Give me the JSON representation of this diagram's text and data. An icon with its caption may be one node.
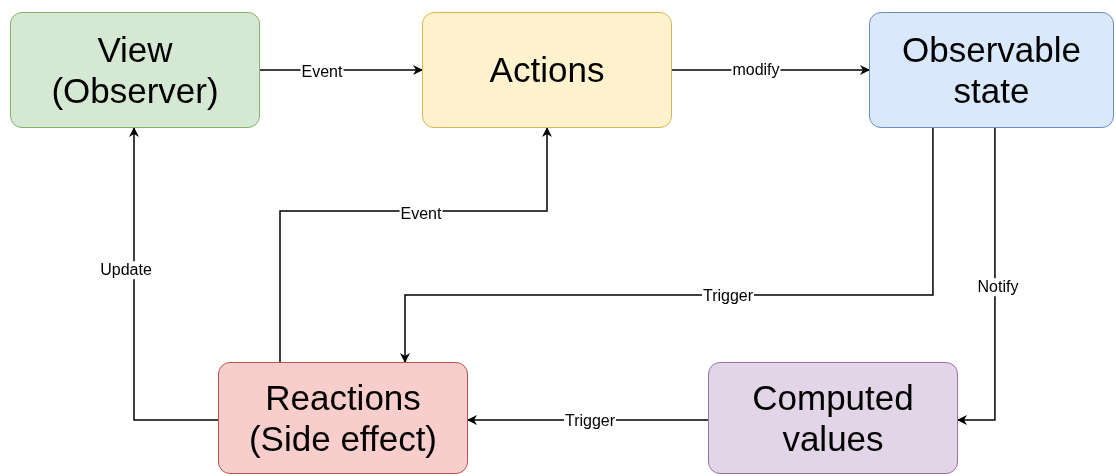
{
  "diagram": {
    "nodes": [
      {
        "text": [
          "View (Observer)"
        ]
      },
      {
        "text": [
          "Actions"
        ]
      },
      {
        "text": [
          "Observable state"
        ]
      },
      {
        "text": [
          "Reactions (Side effect)"
        ]
      },
      {
        "text": [
          "Computed values"
        ]
      }
    ],
    "edges": [
      {
        "from": 0,
        "to": 1,
        "arrow": "to",
        "label": "Event"
      },
      {
        "from": 1,
        "to": 2,
        "arrow": "to",
        "label": "modify"
      },
      {
        "from": 3,
        "to": 1,
        "arrow": "to",
        "label": "Event"
      },
      {
        "from": 3,
        "to": 0,
        "arrow": "to",
        "label": "Update"
      },
      {
        "from": 2,
        "to": 3,
        "arrow": "to",
        "label": "Trigger"
      },
      {
        "from": 2,
        "to": 4,
        "arrow": "to",
        "label": "Notify"
      },
      {
        "from": 4,
        "to": 3,
        "arrow": "to",
        "label": "Trigger"
      }
    ]
  }
}
